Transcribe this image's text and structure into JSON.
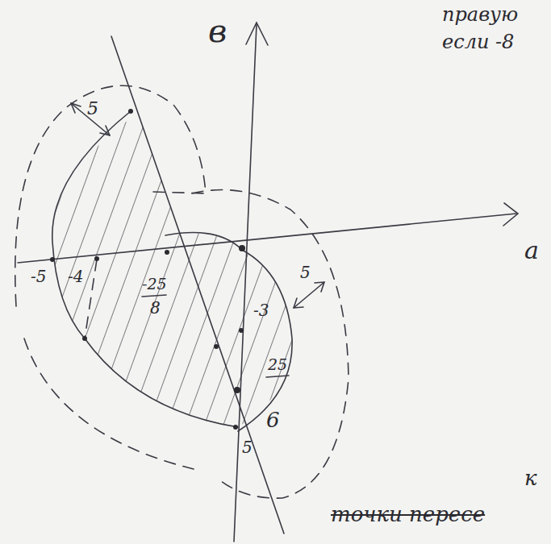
{
  "diagram": {
    "labels": [
      "в",
      "правую",
      "если -8",
      "а",
      "5",
      "-5",
      "-4",
      "-25",
      "8",
      "-3",
      "25",
      "6",
      "5",
      "5",
      "к",
      "точки пересе"
    ]
  }
}
